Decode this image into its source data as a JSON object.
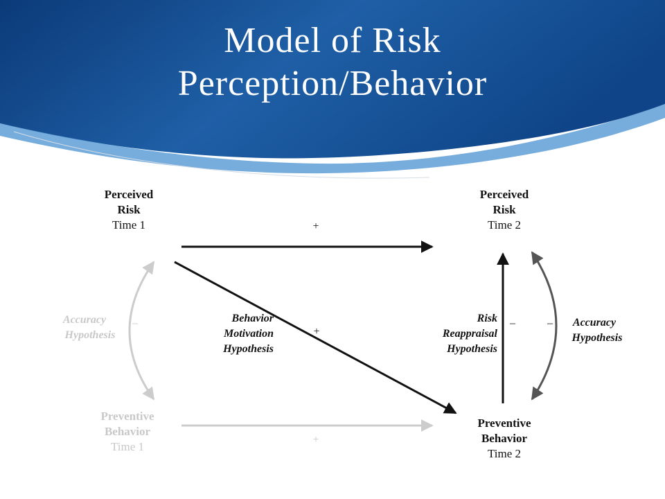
{
  "slide": {
    "title_line1": "Model of Risk",
    "title_line2": "Perception/Behavior"
  },
  "colors": {
    "header_dark": "#0d3f7e",
    "header_mid": "#2a6cb0",
    "header_light": "#6fa9d9",
    "dark_arrow": "#111111",
    "faded_arrow": "#cccccc",
    "faded_text": "#c8c8c8",
    "medium_arrow": "#555555"
  },
  "nodes": {
    "risk_t1": {
      "line1": "Perceived",
      "line2": "Risk",
      "line3": "Time 1"
    },
    "risk_t2": {
      "line1": "Perceived",
      "line2": "Risk",
      "line3": "Time 2"
    },
    "behavior_t1": {
      "line1": "Preventive",
      "line2": "Behavior",
      "line3": "Time 1"
    },
    "behavior_t2": {
      "line1": "Preventive",
      "line2": "Behavior",
      "line3": "Time 2"
    }
  },
  "hypotheses": {
    "accuracy_left": {
      "line1": "Accuracy",
      "line2": "Hypothesis"
    },
    "behavior_motivation": {
      "line1": "Behavior",
      "line2": "Motivation",
      "line3": "Hypothesis"
    },
    "risk_reappraisal": {
      "line1": "Risk",
      "line2": "Reappraisal",
      "line3": "Hypothesis"
    },
    "accuracy_right": {
      "line1": "Accuracy",
      "line2": "Hypothesis"
    }
  },
  "signs": {
    "risk_t1_to_risk_t2": "+",
    "risk_t1_to_behavior_t2": "+",
    "behavior_t1_to_behavior_t2": "+",
    "accuracy_left": "–",
    "risk_reappraisal": "–",
    "accuracy_right": "–"
  }
}
